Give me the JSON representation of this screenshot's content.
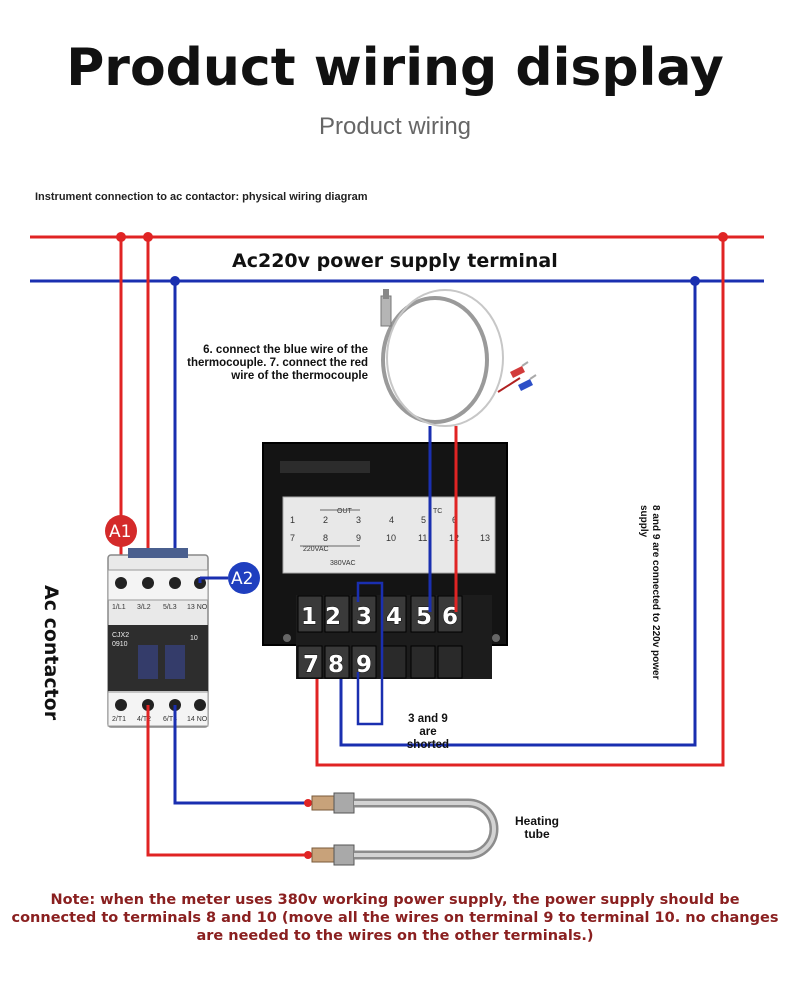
{
  "title": "Product wiring display",
  "subtitle": "Product wiring",
  "diagram_caption": "Instrument connection to ac contactor: physical wiring diagram",
  "bus_label": "Ac220v power supply terminal",
  "thermocouple_note": "6. connect the blue wire of the thermocouple. 7. connect the red wire of the thermocouple",
  "shorted_note": "3 and 9 are shorted",
  "power_note": "8 and 9 are connected to 220v power supply",
  "heating_label": "Heating tube",
  "contactor_label": "Ac contactor",
  "contactor": {
    "model": "CJX2",
    "code": "0910",
    "rating": "10",
    "top_terminals": [
      "1/L1",
      "3/L2",
      "5/L3",
      "13 NO"
    ],
    "bottom_terminals": [
      "2/T1",
      "4/T2",
      "6/T3",
      "14 NO"
    ]
  },
  "badges": {
    "a1": "A1",
    "a2": "A2"
  },
  "panel": {
    "out_label": "OUT",
    "tc_label": "TC",
    "supply_label": "220VAC",
    "alt_supply_label": "380VAC",
    "numbers": [
      "1",
      "2",
      "3",
      "4",
      "5",
      "6",
      "7",
      "8",
      "9",
      "10",
      "11",
      "12",
      "13"
    ]
  },
  "terminal_numbers": {
    "top": [
      "1",
      "2",
      "3",
      "4",
      "5",
      "6"
    ],
    "bottom": [
      "7",
      "8",
      "9"
    ]
  },
  "footnote": "Note: when the meter uses 380v working power supply, the power supply should be connected to terminals 8 and 10 (move all the wires on terminal 9 to terminal 10. no changes are needed to the wires on the other terminals.)",
  "colors": {
    "live_wire": "#e02424",
    "neutral_wire": "#1a2fb0",
    "note_text": "#8a2020",
    "badge_a1": "#d42a2a",
    "badge_a2": "#1f3fbf"
  }
}
